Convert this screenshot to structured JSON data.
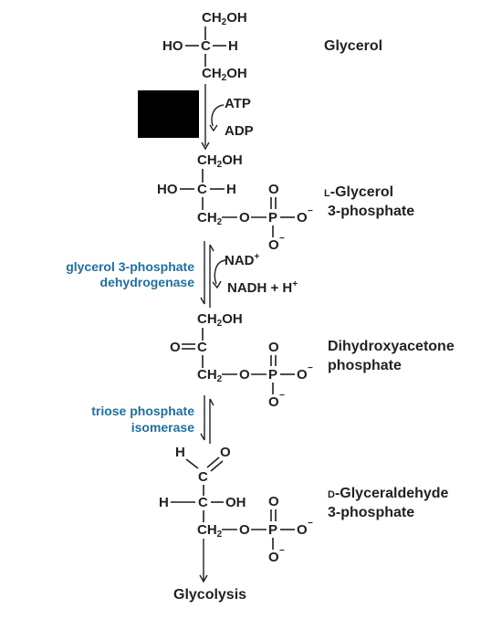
{
  "molecules": {
    "glycerol": {
      "top": "CH2OH",
      "mid_left": "HO",
      "mid_c": "C",
      "mid_right": "H",
      "bottom": "CH2OH",
      "name": "Glycerol"
    },
    "glycerol3p": {
      "top": "CH2OH",
      "mid_left": "HO",
      "mid_c": "C",
      "mid_right": "H",
      "bottom_c": "CH2",
      "o_link": "O",
      "p": "P",
      "o_top": "O",
      "o_right": "O",
      "o_bottom": "O",
      "minus": "−",
      "name_prefix": "L",
      "name_line1": "-Glycerol",
      "name_line2": "3-phosphate"
    },
    "dhap": {
      "top": "CH2OH",
      "carbonyl_o": "O",
      "mid_c": "C",
      "bottom_c": "CH2",
      "o_link": "O",
      "p": "P",
      "o_top": "O",
      "o_right": "O",
      "o_bottom": "O",
      "minus": "−",
      "name_line1": "Dihydroxyacetone",
      "name_line2": "phosphate"
    },
    "g3p": {
      "aldehyde_h": "H",
      "aldehyde_o": "O",
      "c1": "C",
      "mid_left": "H",
      "mid_c": "C",
      "mid_right": "OH",
      "bottom_c": "CH2",
      "o_link": "O",
      "p": "P",
      "o_top": "O",
      "o_right": "O",
      "o_bottom": "O",
      "minus": "−",
      "name_prefix": "D",
      "name_line1": "-Glyceraldehyde",
      "name_line2": "3-phosphate"
    }
  },
  "steps": {
    "step1": {
      "in": "ATP",
      "out": "ADP"
    },
    "step2": {
      "enzyme_line1": "glycerol 3-phosphate",
      "enzyme_line2": "dehydrogenase",
      "in": "NAD",
      "in_sup": "+",
      "out": "NADH + H",
      "out_sup": "+"
    },
    "step3": {
      "enzyme_line1": "triose phosphate",
      "enzyme_line2": "isomerase"
    }
  },
  "final": {
    "label": "Glycolysis"
  },
  "colors": {
    "text": "#231f20",
    "enzyme": "#1f6fa0",
    "redaction": "#000000"
  }
}
